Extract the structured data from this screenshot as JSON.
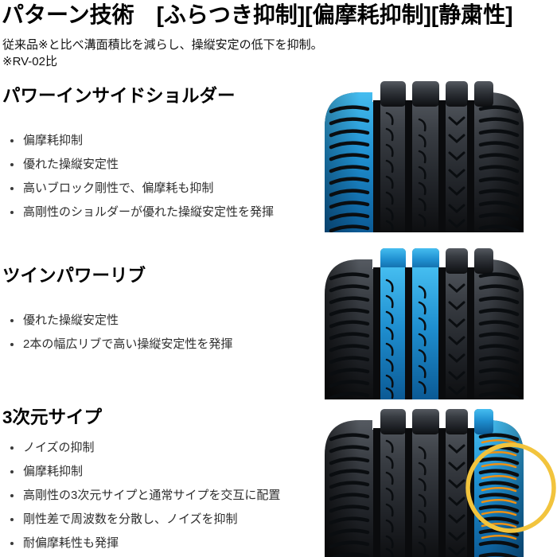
{
  "page": {
    "title": "パターン技術　[ふらつき抑制][偏摩耗抑制][静粛性]",
    "subtitle": "従来品※と比べ溝面積比を減らし、操縦安定の低下を抑制。",
    "note": "※RV-02比"
  },
  "sections": [
    {
      "heading": "パワーインサイドショルダー",
      "bullets": [
        "偏摩耗抑制",
        "優れた操縦安定性",
        "高いブロック剛性で、偏摩耗も抑制",
        "高剛性のショルダーが優れた操縦安定性を発揮"
      ],
      "image": "tire-tread-power-inside-shoulder-highlighted"
    },
    {
      "heading": "ツインパワーリブ",
      "bullets": [
        "優れた操縦安定性",
        "2本の幅広リブで高い操縦安定性を発揮"
      ],
      "image": "tire-tread-twin-power-rib-highlighted"
    },
    {
      "heading": "3次元サイプ",
      "bullets": [
        "ノイズの抑制",
        "偏摩耗抑制",
        "高剛性の3次元サイプと通常サイプを交互に配置",
        "剛性差で周波数を分散し、ノイズを抑制",
        "耐偏摩耗性も発揮"
      ],
      "image": "tire-tread-3d-sipe-highlighted"
    }
  ],
  "colors": {
    "highlight_blue": "#1f8fd0",
    "sipe_orange": "#ee9012",
    "annotation_yellow": "#f2c43d",
    "tread_dark": "#17191c",
    "text_primary": "#000000",
    "text_body": "#2e2e2e"
  }
}
